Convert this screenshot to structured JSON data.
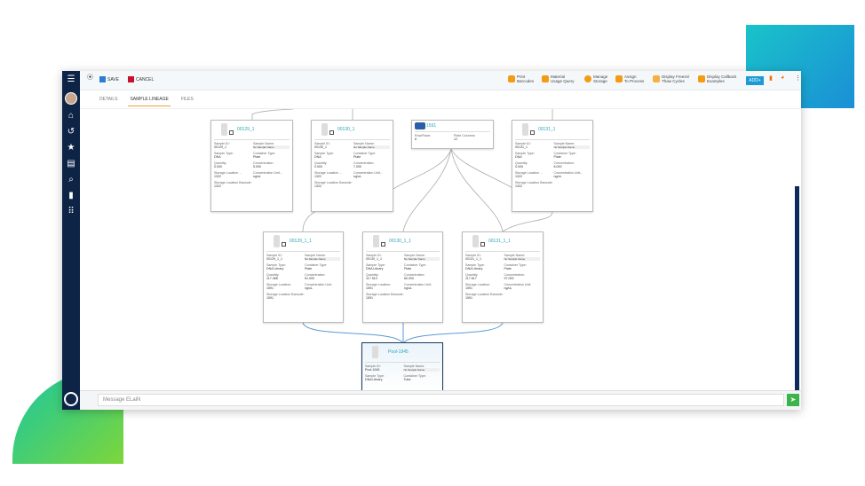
{
  "toolbar": {
    "save": "SAVE",
    "cancel": "CANCEL",
    "actions": [
      {
        "l1": "Print",
        "l2": "Barcodes"
      },
      {
        "l1": "Material",
        "l2": "Usage Query"
      },
      {
        "l1": "Manage",
        "l2": "Storage"
      },
      {
        "l1": "Assign",
        "l2": "To Process"
      },
      {
        "l1": "Display Freeze/",
        "l2": "Thaw Cycles"
      },
      {
        "l1": "Display Callback",
        "l2": "Examples"
      }
    ],
    "add": "ADD+",
    "accent": "#1b9ad6"
  },
  "tabs": [
    {
      "label": "DETAILS"
    },
    {
      "label": "SAMPLE LINEAGE",
      "active": true
    },
    {
      "label": "FILES"
    }
  ],
  "nodes": [
    {
      "title": "00129_1",
      "toggle": "−",
      "fields": [
        [
          "Sample ID:",
          "00129_1"
        ],
        [
          "Sample Name:",
          "No Sample Name"
        ],
        [
          "Sample Type:",
          "DNA"
        ],
        [
          "Container Type:",
          "Plate"
        ],
        [
          "Quantity:",
          "0.000"
        ],
        [
          "Concentration:",
          "5.000"
        ],
        [
          "Storage Location ...",
          "1322"
        ],
        [
          "Concentration Unit...",
          "ng/uL"
        ],
        [
          "Storage Location Barcode:",
          "1322"
        ]
      ]
    },
    {
      "title": "00130_1",
      "toggle": "+",
      "fields": [
        [
          "Sample ID:",
          "00130_1"
        ],
        [
          "Sample Name:",
          "No Sample Name"
        ],
        [
          "Sample Type:",
          "DNA"
        ],
        [
          "Container Type:",
          "Plate"
        ],
        [
          "Quantity:",
          "0.000"
        ],
        [
          "Concentration:",
          "7.000"
        ],
        [
          "Storage Location ...",
          "1322"
        ],
        [
          "Concentration Unit...",
          "ng/uL"
        ],
        [
          "Storage Location Barcode:",
          "1322"
        ]
      ]
    },
    {
      "title": "00131_1",
      "toggle": "−",
      "fields": [
        [
          "Sample ID:",
          "00131_1"
        ],
        [
          "Sample Name:",
          "No Sample Name"
        ],
        [
          "Sample Type:",
          "DNA"
        ],
        [
          "Container Type:",
          "Plate"
        ],
        [
          "Quantity:",
          "0.000"
        ],
        [
          "Concentration:",
          "8.000"
        ],
        [
          "Storage Location ...",
          "1322"
        ],
        [
          "Concentration Unit...",
          "ng/uL"
        ],
        [
          "Storage Location Barcode:",
          "1322"
        ]
      ]
    },
    {
      "title": "00129_1_1",
      "toggle": "+",
      "fields": [
        [
          "Sample ID:",
          "00129_1_1"
        ],
        [
          "Sample Name:",
          "No Sample Name"
        ],
        [
          "Sample Type:",
          "DNA Library"
        ],
        [
          "Container Type:",
          "Plate"
        ],
        [
          "Quantity:",
          "117.368"
        ],
        [
          "Concentration:",
          "51.000"
        ],
        [
          "Storage Location:",
          "1591"
        ],
        [
          "Concentration Unit:",
          "ng/uL"
        ],
        [
          "Storage Location Barcode:",
          "1591"
        ]
      ]
    },
    {
      "title": "00130_1_1",
      "toggle": "−",
      "fields": [
        [
          "Sample ID:",
          "00130_1_1"
        ],
        [
          "Sample Name:",
          "No Sample Name"
        ],
        [
          "Sample Type:",
          "DNA Library"
        ],
        [
          "Container Type:",
          "Plate"
        ],
        [
          "Quantity:",
          "117.510"
        ],
        [
          "Concentration:",
          "60.000"
        ],
        [
          "Storage Location:",
          "1591"
        ],
        [
          "Concentration Unit:",
          "ng/uL"
        ],
        [
          "Storage Location Barcode:",
          "1591"
        ]
      ]
    },
    {
      "title": "00131_1_1",
      "toggle": "−",
      "fields": [
        [
          "Sample ID:",
          "00131_1_1"
        ],
        [
          "Sample Name:",
          "No Sample Name"
        ],
        [
          "Sample Type:",
          "DNA Library"
        ],
        [
          "Container Type:",
          "Plate"
        ],
        [
          "Quantity:",
          "117.617"
        ],
        [
          "Concentration:",
          "97.000"
        ],
        [
          "Storage Location:",
          "1591"
        ],
        [
          "Concentration Unit:",
          "ng/uL"
        ],
        [
          "Storage Location Barcode:",
          "1591"
        ]
      ]
    },
    {
      "title": "Pool-1945",
      "fields": [
        [
          "Sample ID:",
          "Pool-1945"
        ],
        [
          "Sample Name:",
          "No Sample Name"
        ],
        [
          "Sample Type:",
          "DNA Library"
        ],
        [
          "Container Type:",
          "Tube"
        ]
      ]
    }
  ],
  "plate": {
    "title": "1591",
    "fields": [
      [
        "Row/Rows:",
        "8"
      ],
      [
        "Plate Columns:",
        "12"
      ]
    ]
  },
  "message": {
    "placeholder": "Message ELaiN"
  }
}
